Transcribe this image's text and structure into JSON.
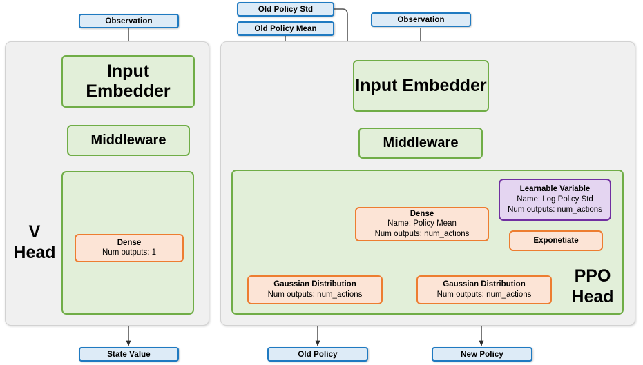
{
  "diagram": {
    "title": "PPO agent network architecture",
    "colors": {
      "panel_bg": "#f0f0f0",
      "panel_border": "#d2d2d2",
      "green_fill": "#e2efd9",
      "green_border": "#70ad47",
      "orange_fill": "#fce4d6",
      "orange_border": "#ed7d31",
      "purple_fill": "#e4d5f1",
      "purple_border": "#7030a0",
      "blue_fill": "#ddebf7",
      "blue_border": "#1f7ac1",
      "arrow": "#3f3f3f"
    }
  },
  "inputs": {
    "observation_left": "Observation",
    "observation_right": "Observation",
    "old_policy_std": "Old Policy Std",
    "old_policy_mean": "Old Policy Mean"
  },
  "outputs": {
    "state_value": "State Value",
    "old_policy": "Old Policy",
    "new_policy": "New Policy"
  },
  "v_head": {
    "label_line1": "V",
    "label_line2": "Head",
    "input_embedder": "Input Embedder",
    "middleware": "Middleware",
    "dense": {
      "title": "Dense",
      "line2": "Num outputs: 1"
    }
  },
  "ppo_head": {
    "label_line1": "PPO",
    "label_line2": "Head",
    "input_embedder": "Input Embedder",
    "middleware": "Middleware",
    "dense_policy_mean": {
      "title": "Dense",
      "line2": "Name: Policy Mean",
      "line3": "Num outputs: num_actions"
    },
    "learnable_variable": {
      "title": "Learnable Variable",
      "line2": "Name: Log Policy Std",
      "line3": "Num outputs: num_actions"
    },
    "exponetiate": {
      "title": "Exponetiate"
    },
    "gaussian_old": {
      "title": "Gaussian Distribution",
      "line2": "Num outputs: num_actions"
    },
    "gaussian_new": {
      "title": "Gaussian Distribution",
      "line2": "Num outputs: num_actions"
    }
  }
}
